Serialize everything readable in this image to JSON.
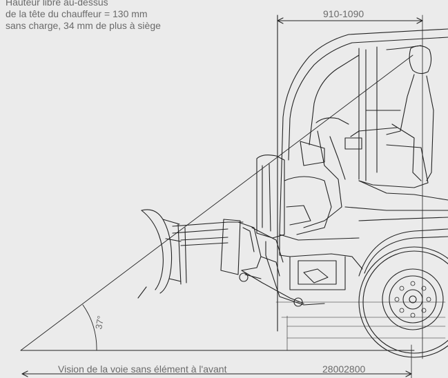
{
  "header_note": {
    "line1": "Hauteur libre au-dessus",
    "line2": "de la tête du chauffeur = 130 mm",
    "line3": "sans charge, 34 mm de plus à siège"
  },
  "dimensions": {
    "top_range": "910-1090",
    "bottom_value": "28002800"
  },
  "angle_label": "37°",
  "vision_caption": "Vision de la voie sans élément à l'avant",
  "colors": {
    "background": "#ebebeb",
    "line": "#222222",
    "text": "#6a6a6a"
  }
}
